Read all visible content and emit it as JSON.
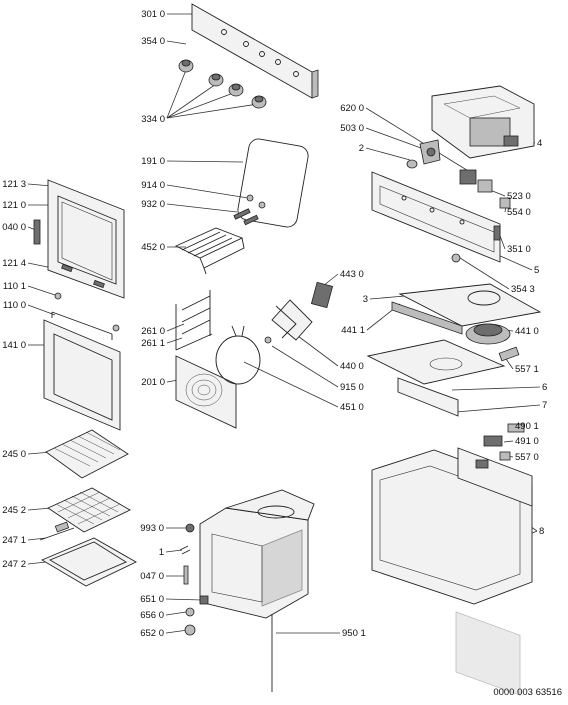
{
  "diagram": {
    "footer_code": "0000 003 63516",
    "labels": [
      {
        "id": "301-0",
        "text": "301 0"
      },
      {
        "id": "354-0",
        "text": "354 0"
      },
      {
        "id": "334-0",
        "text": "334 0"
      },
      {
        "id": "191-0",
        "text": "191 0"
      },
      {
        "id": "914-0",
        "text": "914 0"
      },
      {
        "id": "932-0",
        "text": "932 0"
      },
      {
        "id": "452-0",
        "text": "452 0"
      },
      {
        "id": "121-3",
        "text": "121 3"
      },
      {
        "id": "121-0",
        "text": "121 0"
      },
      {
        "id": "040-0",
        "text": "040 0"
      },
      {
        "id": "121-4",
        "text": "121 4"
      },
      {
        "id": "110-1",
        "text": "110 1"
      },
      {
        "id": "110-0",
        "text": "110 0"
      },
      {
        "id": "141-0",
        "text": "141 0"
      },
      {
        "id": "261-0",
        "text": "261 0"
      },
      {
        "id": "261-1",
        "text": "261 1"
      },
      {
        "id": "201-0",
        "text": "201 0"
      },
      {
        "id": "443-0",
        "text": "443 0"
      },
      {
        "id": "440-0",
        "text": "440 0"
      },
      {
        "id": "915-0",
        "text": "915 0"
      },
      {
        "id": "451-0",
        "text": "451 0"
      },
      {
        "id": "620-0",
        "text": "620 0"
      },
      {
        "id": "503-0",
        "text": "503 0"
      },
      {
        "id": "2",
        "text": "2"
      },
      {
        "id": "4",
        "text": "4"
      },
      {
        "id": "523-0",
        "text": "523 0"
      },
      {
        "id": "554-0",
        "text": "554 0"
      },
      {
        "id": "351-0",
        "text": "351 0"
      },
      {
        "id": "5",
        "text": "5"
      },
      {
        "id": "354-3",
        "text": "354 3"
      },
      {
        "id": "3",
        "text": "3"
      },
      {
        "id": "441-1",
        "text": "441 1"
      },
      {
        "id": "441-0",
        "text": "441 0"
      },
      {
        "id": "557-1",
        "text": "557 1"
      },
      {
        "id": "6",
        "text": "6"
      },
      {
        "id": "7",
        "text": "7"
      },
      {
        "id": "490-1",
        "text": "490 1"
      },
      {
        "id": "491-0",
        "text": "491 0"
      },
      {
        "id": "557-0",
        "text": "557 0"
      },
      {
        "id": "245-0",
        "text": "245 0"
      },
      {
        "id": "245-2",
        "text": "245 2"
      },
      {
        "id": "247-1",
        "text": "247 1"
      },
      {
        "id": "247-2",
        "text": "247 2"
      },
      {
        "id": "993-0",
        "text": "993 0"
      },
      {
        "id": "1",
        "text": "1"
      },
      {
        "id": "047-0",
        "text": "047 0"
      },
      {
        "id": "651-0",
        "text": "651 0"
      },
      {
        "id": "656-0",
        "text": "656 0"
      },
      {
        "id": "652-0",
        "text": "652 0"
      },
      {
        "id": "950-1",
        "text": "950 1"
      },
      {
        "id": "8",
        "text": "8"
      }
    ]
  }
}
